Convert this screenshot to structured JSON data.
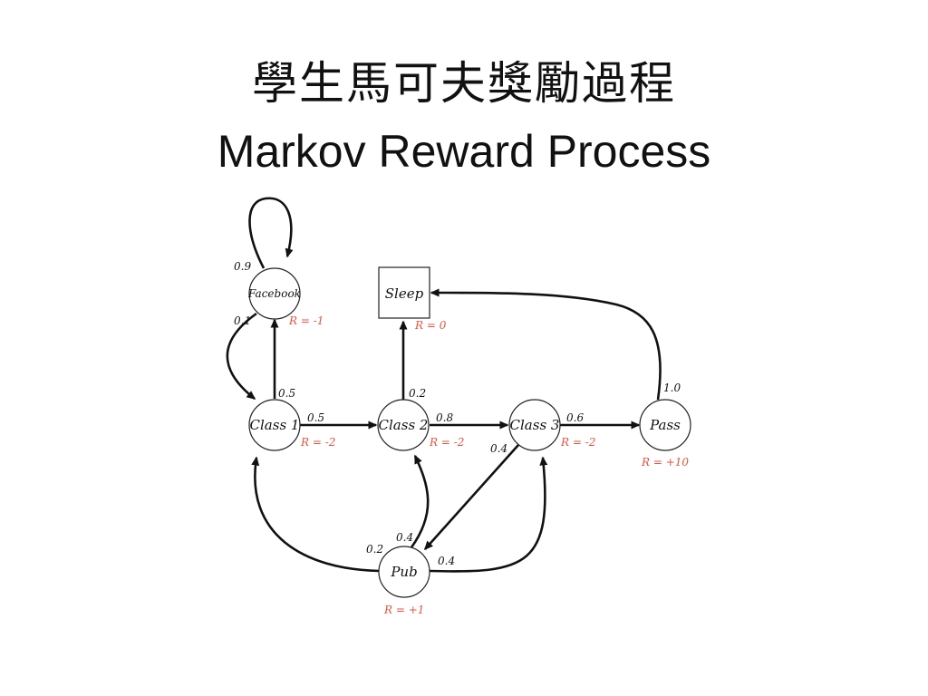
{
  "title": {
    "zh": "學生馬可夫獎勵過程",
    "en": "Markov Reward Process"
  },
  "colors": {
    "reward": "#e0533d",
    "edge": "#111111"
  },
  "nodes": {
    "facebook": {
      "label": "Facebook",
      "reward": "R = -1"
    },
    "sleep": {
      "label": "Sleep",
      "reward": "R = 0"
    },
    "class1": {
      "label": "Class 1",
      "reward": "R = -2"
    },
    "class2": {
      "label": "Class 2",
      "reward": "R = -2"
    },
    "class3": {
      "label": "Class 3",
      "reward": "R = -2"
    },
    "pass": {
      "label": "Pass",
      "reward": "R = +10"
    },
    "pub": {
      "label": "Pub",
      "reward": "R = +1"
    }
  },
  "edges": {
    "facebook_facebook": "0.9",
    "facebook_class1": "0.1",
    "class1_facebook": "0.5",
    "class1_class2": "0.5",
    "class2_sleep": "0.2",
    "class2_class3": "0.8",
    "class3_pass": "0.6",
    "class3_pub": "0.4",
    "pass_sleep": "1.0",
    "pub_class1": "0.2",
    "pub_class2": "0.4",
    "pub_class3": "0.4"
  }
}
